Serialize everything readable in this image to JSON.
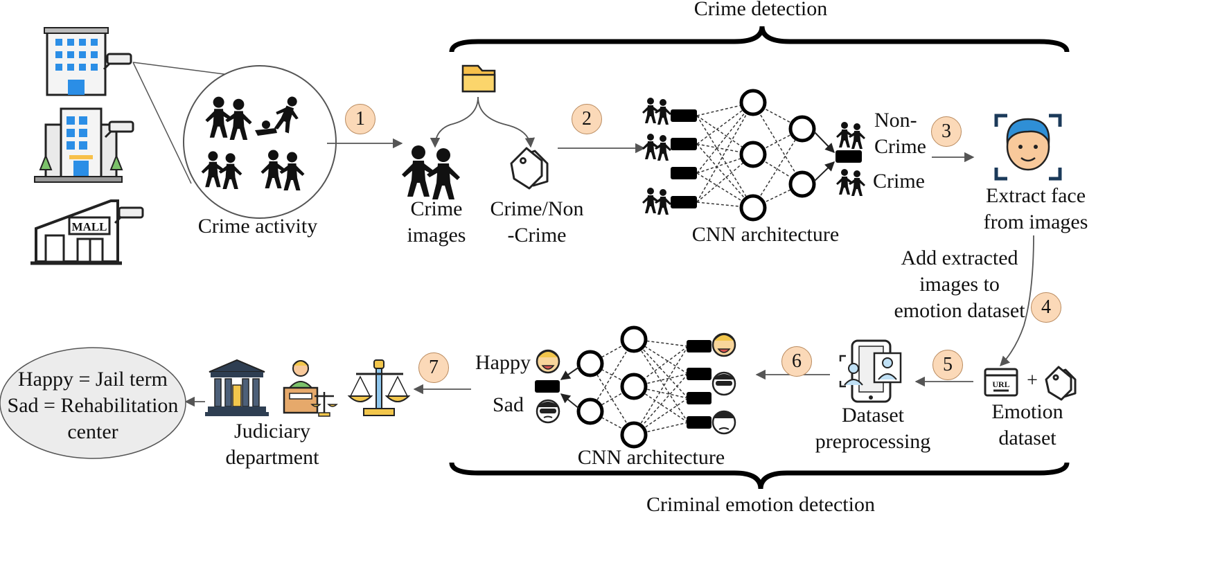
{
  "diagram": {
    "top_section": "Crime detection",
    "bottom_section": "Criminal emotion detection",
    "steps": [
      "1",
      "2",
      "3",
      "4",
      "5",
      "6",
      "7"
    ],
    "labels": {
      "crime_activity": "Crime activity",
      "crime_images": [
        "Crime",
        "images"
      ],
      "crime_non_crime": [
        "Crime/Non",
        "-Crime"
      ],
      "cnn_top": "CNN architecture",
      "non_crime": [
        "Non-",
        "Crime"
      ],
      "crime": "Crime",
      "extract_face": [
        "Extract face",
        "from images"
      ],
      "add_extracted": [
        "Add extracted",
        "images to",
        "emotion dataset"
      ],
      "emotion_dataset": [
        "Emotion",
        "dataset"
      ],
      "dataset_preprocessing": [
        "Dataset",
        "preprocessing"
      ],
      "cnn_bottom": "CNN architecture",
      "happy": "Happy",
      "sad": "Sad",
      "judiciary": [
        "Judiciary",
        "department"
      ],
      "outcome": [
        "Happy = Jail term",
        "Sad = Rehabilitation",
        "center"
      ],
      "mall_sign": "MALL",
      "url_sign": "URL",
      "plus": "+"
    },
    "icons": [
      "office-building-cctv-icon",
      "apartment-building-cctv-icon",
      "mall-cctv-icon",
      "folder-icon",
      "tag-icon",
      "face-scan-icon",
      "url-browser-icon",
      "phone-dataset-icon",
      "courthouse-icon",
      "judge-icon",
      "scales-of-justice-icon"
    ],
    "colors": {
      "step_fill": "#fbd9b8",
      "step_border": "#b98a5e",
      "arrow": "#555555",
      "node": "#000000",
      "folder": "#f7c04a",
      "face_skin": "#f8c99b",
      "face_hair": "#2f8fd6",
      "ellipse_fill": "#ececec"
    }
  }
}
